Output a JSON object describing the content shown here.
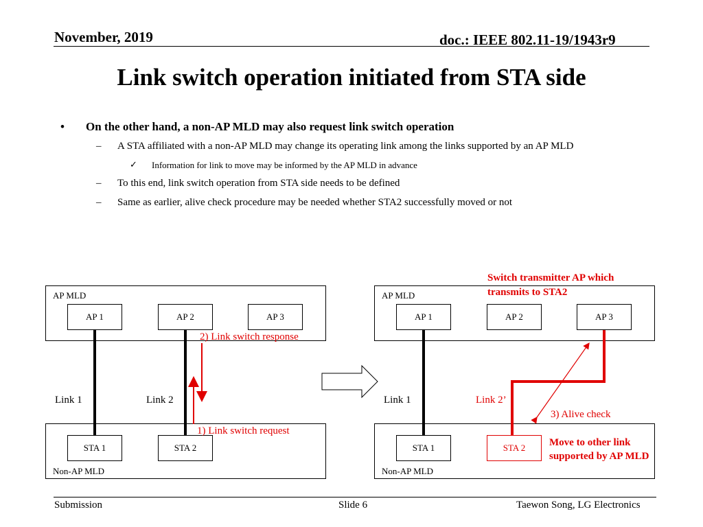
{
  "header": {
    "date": "November, 2019",
    "doc": "doc.: IEEE 802.11-19/1943r9"
  },
  "title": "Link switch operation initiated from STA side",
  "bullets": {
    "main_marker": "•",
    "main": "On the other hand, a non-AP MLD may also request link switch operation",
    "dash": "–",
    "check": "✓",
    "sub1": "A STA affiliated with a non-AP MLD may change its operating link among the links supported by an AP MLD",
    "subsub1": "Information for link to move may be informed by the AP MLD in advance",
    "sub2": "To this end, link switch operation from STA side needs to be defined",
    "sub3": "Same as earlier, alive check procedure may be needed whether STA2 successfully moved or not"
  },
  "left": {
    "ap_mld": "AP MLD",
    "ap1": "AP 1",
    "ap2": "AP 2",
    "ap3": "AP 3",
    "link1": "Link 1",
    "link2": "Link 2",
    "sta1": "STA 1",
    "sta2": "STA 2",
    "non_ap_mld": "Non-AP MLD",
    "response": "2) Link switch response",
    "request": "1) Link switch request"
  },
  "right": {
    "ap_mld": "AP MLD",
    "ap1": "AP 1",
    "ap2": "AP 2",
    "ap3": "AP 3",
    "link1": "Link 1",
    "link2": "Link 2’",
    "sta1": "STA 1",
    "sta2": "STA 2",
    "non_ap_mld": "Non-AP MLD",
    "switch_note_l1": "Switch transmitter AP which",
    "switch_note_l2": "transmits to STA2",
    "alive": "3) Alive check",
    "move_l1": "Move to other link",
    "move_l2": "supported by AP MLD"
  },
  "footer": {
    "left": "Submission",
    "center": "Slide 6",
    "right": "Taewon Song, LG Electronics"
  },
  "colors": {
    "accent": "#e00000"
  }
}
